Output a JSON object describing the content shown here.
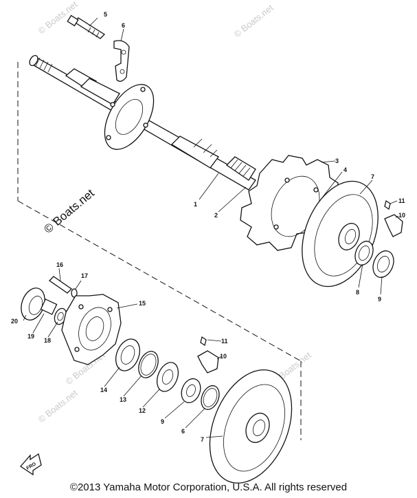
{
  "copyright": "©2013 Yamaha Motor Corporation, U.S.A. All rights reserved",
  "watermark_main": "© Boats.net",
  "watermark_faint": "© Boats.net",
  "front_marker": "FRO",
  "callouts": {
    "c1": "1",
    "c2": "2",
    "c3": "3",
    "c4": "4",
    "c5": "5",
    "c6": "6",
    "c7": "7",
    "c8": "8",
    "c9": "9",
    "c10": "10",
    "c11": "11",
    "d6": "6",
    "d7": "7",
    "d9": "9",
    "d10": "10",
    "d11": "11",
    "d12": "12",
    "d13": "13",
    "d14": "14",
    "d15": "15",
    "d16": "16",
    "d17": "17",
    "d18": "18",
    "d19": "19",
    "d20": "20"
  }
}
